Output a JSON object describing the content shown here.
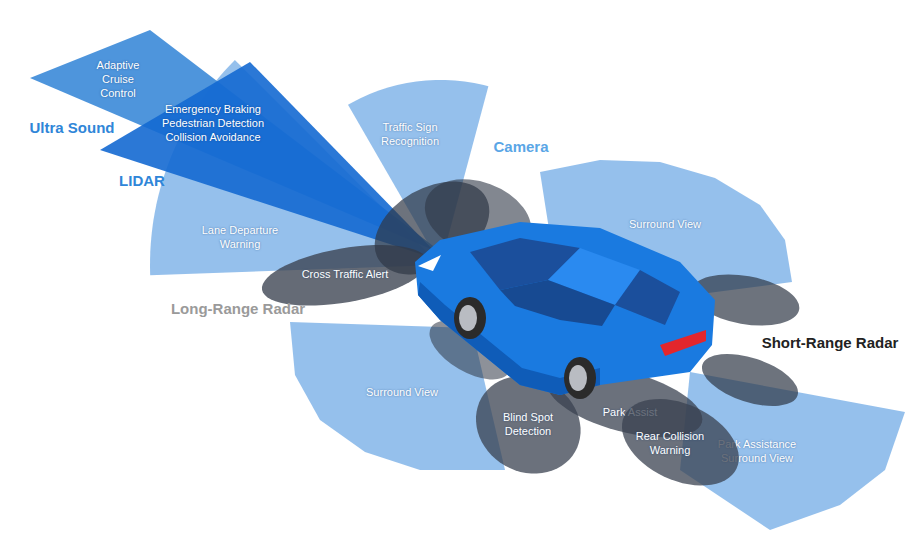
{
  "diagram": {
    "nodes": [
      {
        "text": [
          "Adaptive Cruise Control"
        ]
      },
      {
        "text": [
          "Emergency Braking Pedestrian Detection Collision Avoidance"
        ]
      },
      {
        "text": [
          "Traffic Sign Recognition"
        ]
      },
      {
        "text": [
          "Lane Departure Warning"
        ]
      },
      {
        "text": [
          "Surround View"
        ]
      },
      {
        "text": [
          "Cross Traffic Alert"
        ]
      },
      {
        "text": [
          "Surround View"
        ]
      },
      {
        "text": [
          "Blind Spot Detection"
        ]
      },
      {
        "text": [
          "Park Assist"
        ]
      },
      {
        "text": [
          "Rear Collision Warning"
        ]
      },
      {
        "text": [
          "Park Assistance Surround View"
        ]
      }
    ],
    "labels": [
      "Ultra Sound",
      "LIDAR",
      "Camera",
      "Long-Range Radar",
      "Short-Range Radar"
    ]
  }
}
